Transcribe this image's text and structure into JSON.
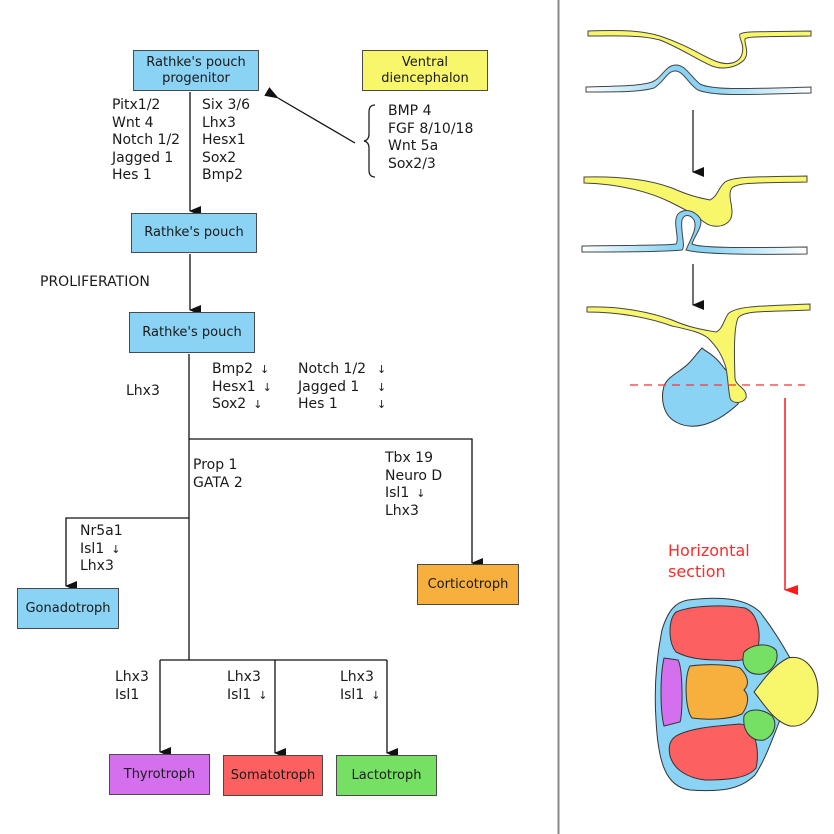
{
  "colors": {
    "progenitor_blue": "#8ad3f4",
    "diencephalon_yellow": "#f8f76c",
    "corticotroph_orange": "#f7b03e",
    "thyrotroph_purple": "#d470ed",
    "somatotroph_red": "#fd6060",
    "lactotroph_green": "#75e064",
    "section_red": "#ff2a2a"
  },
  "boxes": {
    "progenitor": "Rathke's pouch\nprogenitor",
    "ventral_diencephalon": "Ventral\ndiencephalon",
    "rathkes_pouch_1": "Rathke's pouch",
    "rathkes_pouch_2": "Rathke's pouch",
    "gonadotroph": "Gonadotroph",
    "corticotroph": "Corticotroph",
    "thyrotroph": "Thyrotroph",
    "somatotroph": "Somatotroph",
    "lactotroph": "Lactotroph"
  },
  "labels": {
    "proliferation": "PROLIFERATION",
    "lhx3_side": "Lhx3",
    "horizontal_section": "Horizontal\nsection",
    "down_arrow_glyph": "↓"
  },
  "factors": {
    "progenitor_left": [
      "Pitx1/2",
      "Wnt 4",
      "Notch 1/2",
      "Jagged 1",
      "Hes 1"
    ],
    "progenitor_right": [
      "Six 3/6",
      "Lhx3",
      "Hesx1",
      "Sox2",
      "Bmp2"
    ],
    "diencephalon_signals": [
      "BMP 4",
      "FGF 8/10/18",
      "Wnt 5a",
      "Sox2/3"
    ],
    "pouch_down_left": [
      {
        "name": "Bmp2",
        "down": true
      },
      {
        "name": "Hesx1",
        "down": true
      },
      {
        "name": "Sox2",
        "down": true
      }
    ],
    "pouch_down_right": [
      {
        "name": "Notch 1/2",
        "down": true
      },
      {
        "name": "Jagged 1",
        "down": true
      },
      {
        "name": "Hes 1",
        "down": true
      }
    ],
    "prop1_branch": [
      "Prop 1",
      "GATA 2"
    ],
    "corticotroph_branch": [
      {
        "name": "Tbx 19",
        "down": false
      },
      {
        "name": "Neuro D",
        "down": false
      },
      {
        "name": "Isl1",
        "down": true
      },
      {
        "name": "Lhx3",
        "down": false
      }
    ],
    "gonadotroph_branch": [
      {
        "name": "Nr5a1",
        "down": false
      },
      {
        "name": "Isl1",
        "down": true
      },
      {
        "name": "Lhx3",
        "down": false
      }
    ],
    "thyrotroph_branch": [
      {
        "name": "Lhx3",
        "down": false
      },
      {
        "name": "Isl1",
        "down": false
      }
    ],
    "somatotroph_branch": [
      {
        "name": "Lhx3",
        "down": false
      },
      {
        "name": "Isl1",
        "down": true
      }
    ],
    "lactotroph_branch": [
      {
        "name": "Lhx3",
        "down": false
      },
      {
        "name": "Isl1",
        "down": true
      }
    ]
  }
}
